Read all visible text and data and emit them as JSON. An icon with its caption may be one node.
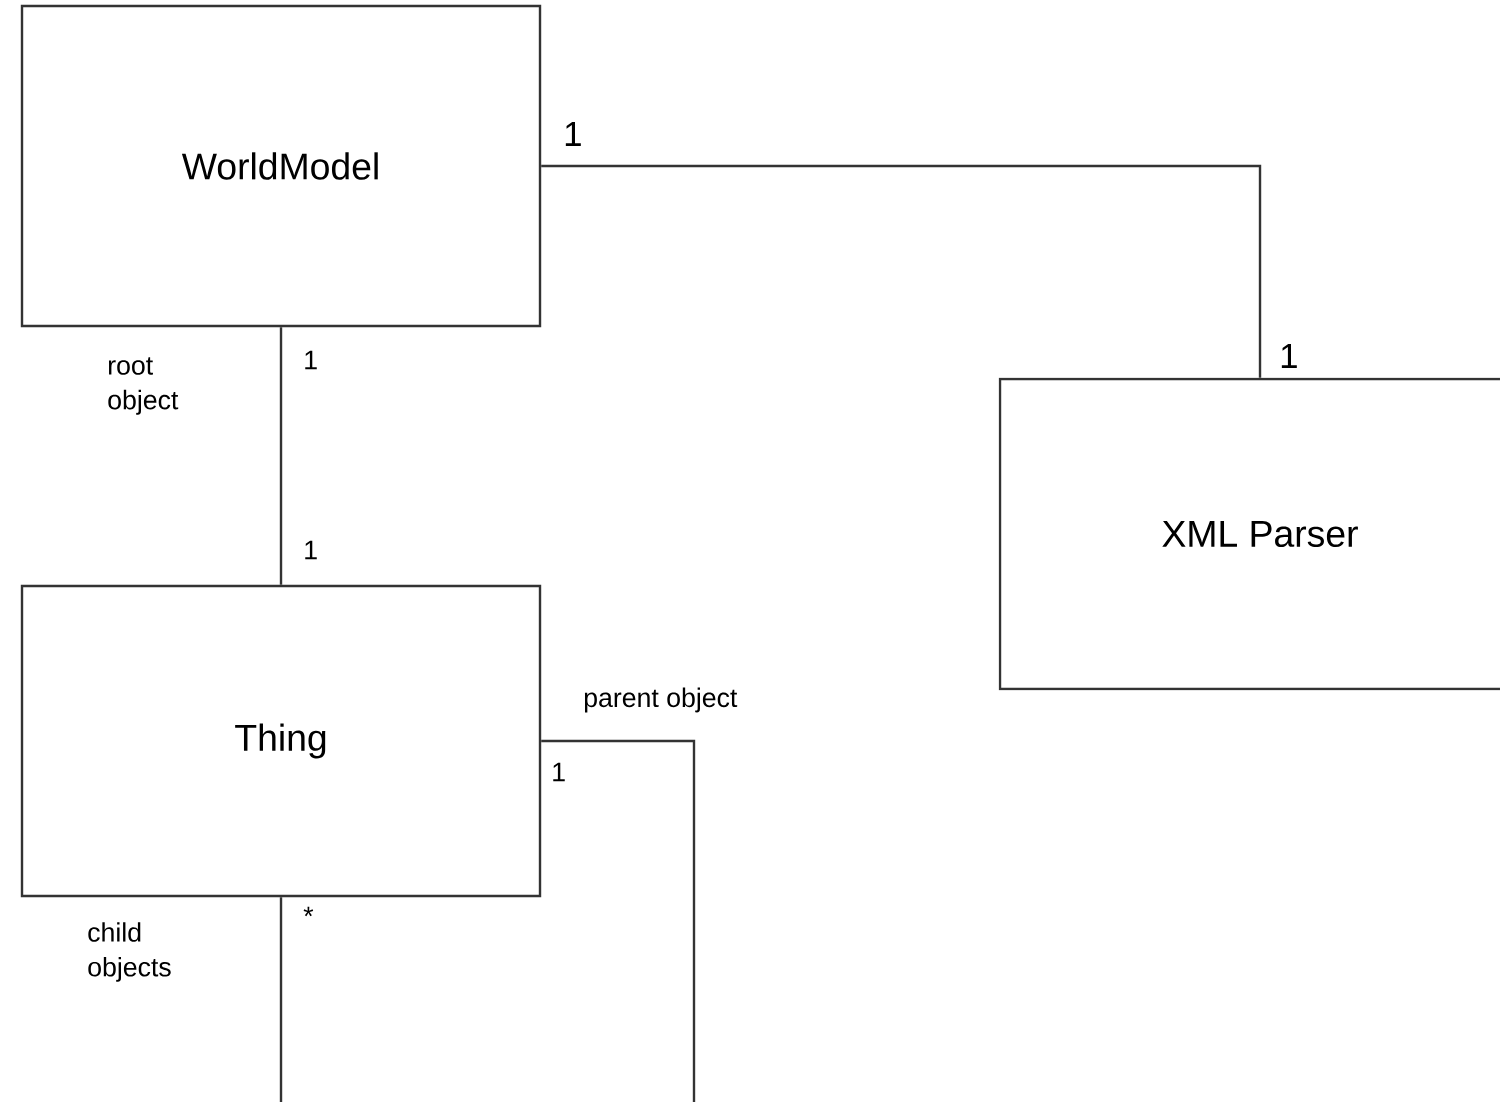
{
  "diagram": {
    "nodes": [
      {
        "text": [
          "WorldModel"
        ]
      },
      {
        "text": [
          "XML Parser"
        ]
      },
      {
        "text": [
          "Thing"
        ]
      }
    ],
    "edges": [
      {
        "from": 0,
        "to": 1,
        "arrow": "none"
      },
      {
        "from": 0,
        "to": 2,
        "arrow": "none"
      },
      {
        "from": 2,
        "to": null,
        "arrow": "none"
      },
      {
        "from": 2,
        "to": null,
        "arrow": "none"
      }
    ],
    "labels": [
      "1",
      "root object",
      "1",
      "1",
      "1",
      "parent object",
      "1",
      "child objects",
      "*"
    ]
  }
}
